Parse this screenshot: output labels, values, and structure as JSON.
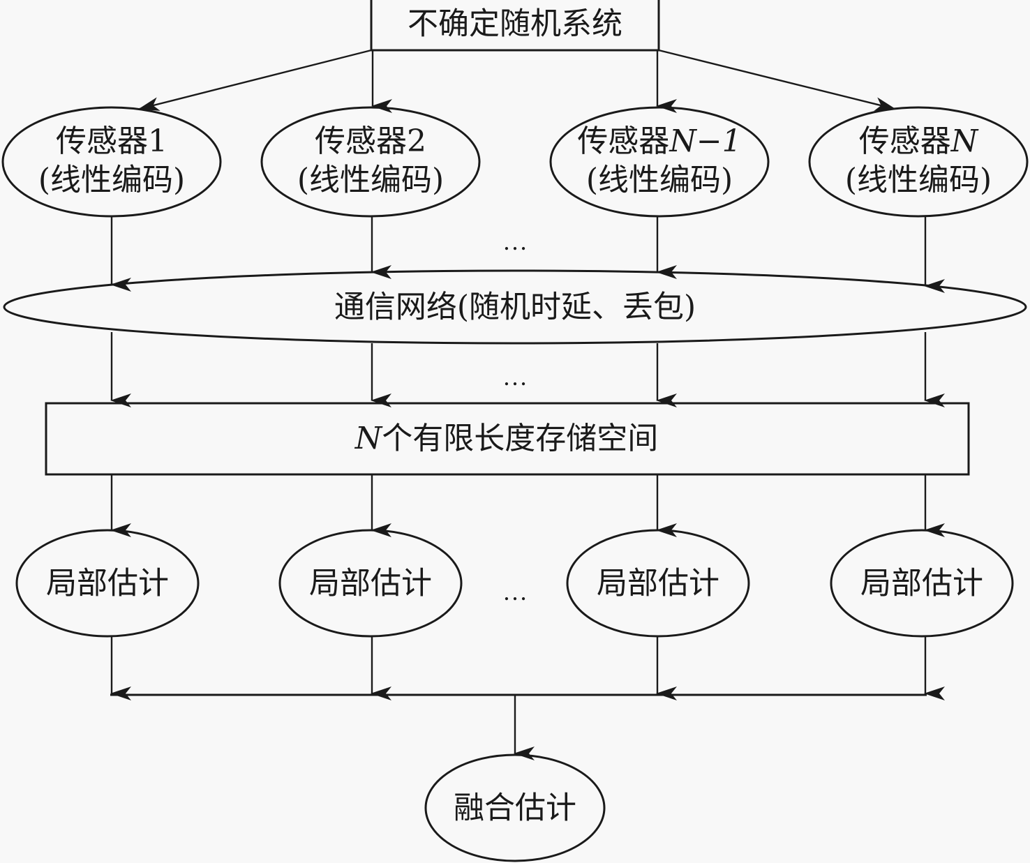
{
  "diagram": {
    "system": {
      "label": "不确定随机系统"
    },
    "sensors": [
      {
        "prefix": "传感器",
        "suffix": "1",
        "suffix_italic": false,
        "sub": "(线性编码)"
      },
      {
        "prefix": "传感器",
        "suffix": "2",
        "suffix_italic": false,
        "sub": "(线性编码)"
      },
      {
        "prefix": "传感器",
        "suffix": "N−1",
        "suffix_italic": true,
        "sub": "(线性编码)"
      },
      {
        "prefix": "传感器",
        "suffix": "N",
        "suffix_italic": true,
        "sub": "(线性编码)"
      }
    ],
    "network": {
      "label": "通信网络(随机时延、丢包)"
    },
    "storage": {
      "prefix": "N",
      "label": "个有限长度存储空间"
    },
    "local_estimators": [
      {
        "label": "局部估计"
      },
      {
        "label": "局部估计"
      },
      {
        "label": "局部估计"
      },
      {
        "label": "局部估计"
      }
    ],
    "fusion": {
      "label": "融合估计"
    },
    "ellipsis": "…",
    "edges": [
      {
        "from": "system",
        "to": "sensor-1"
      },
      {
        "from": "system",
        "to": "sensor-2"
      },
      {
        "from": "system",
        "to": "sensor-N-1"
      },
      {
        "from": "system",
        "to": "sensor-N"
      },
      {
        "from": "sensor-1",
        "to": "network"
      },
      {
        "from": "sensor-2",
        "to": "network"
      },
      {
        "from": "sensor-N-1",
        "to": "network"
      },
      {
        "from": "sensor-N",
        "to": "network"
      },
      {
        "from": "network",
        "to": "storage"
      },
      {
        "from": "storage",
        "to": "local-estimator"
      },
      {
        "from": "local-estimator",
        "to": "fusion"
      }
    ]
  }
}
